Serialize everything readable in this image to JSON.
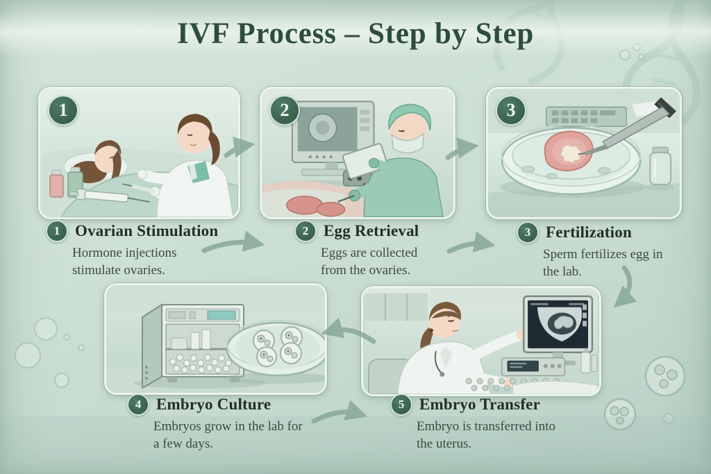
{
  "title": "IVF Process – Step by Step",
  "steps": [
    {
      "number": "1",
      "title": "Ovarian Stimulation",
      "description": "Hormone injections stimulate ovaries."
    },
    {
      "number": "2",
      "title": "Egg Retrieval",
      "description": "Eggs are collected from the ovaries."
    },
    {
      "number": "3",
      "title": "Fertilization",
      "description": "Sperm fertilizes egg in the lab."
    },
    {
      "number": "4",
      "title": "Embryo Culture",
      "description": "Embryos grow in the lab for a few days."
    },
    {
      "number": "5",
      "title": "Embryo Transfer",
      "description": "Embryo is transferred into the uterus."
    }
  ],
  "colors": {
    "badge_green": "#3e6853",
    "title_green": "#2e4d3a",
    "arrow_green": "#85a596",
    "background": "#cbdfd5"
  }
}
